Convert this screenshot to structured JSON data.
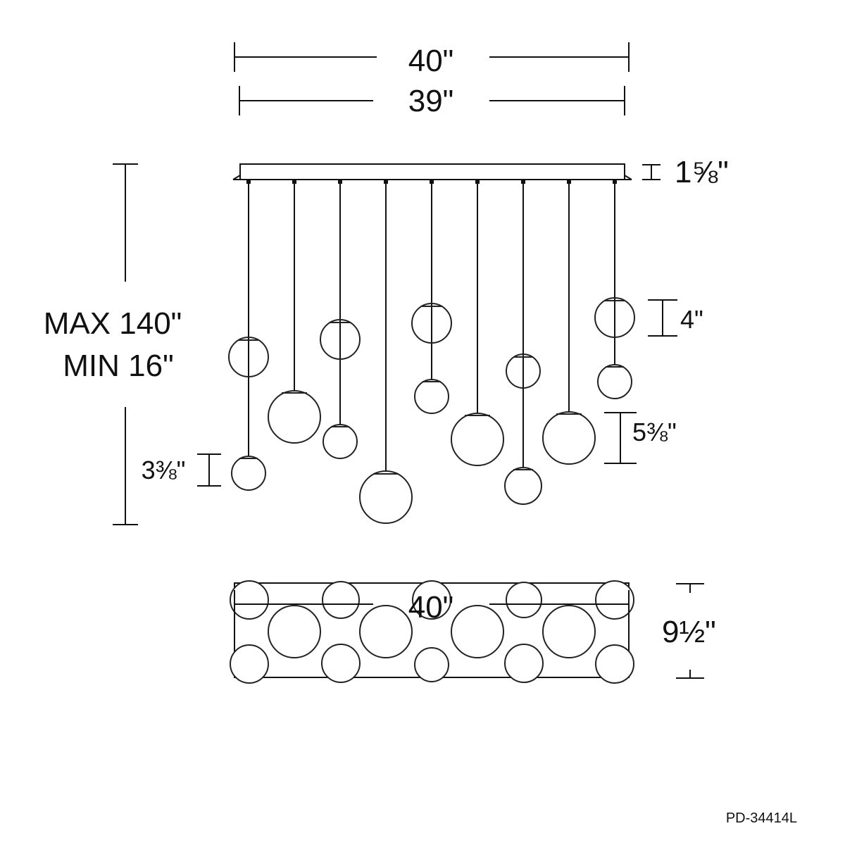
{
  "top_width_outer": "40\"",
  "top_width_inner": "39\"",
  "canopy_height": "1⅝\"",
  "max_length": "MAX 140\"",
  "min_length": "MIN 16\"",
  "globe_small": "3⅜\"",
  "globe_medium": "4\"",
  "globe_large": "5⅜\"",
  "bottom_depth": "9½\"",
  "bottom_width": "40\"",
  "model_number": "PD-34414L"
}
